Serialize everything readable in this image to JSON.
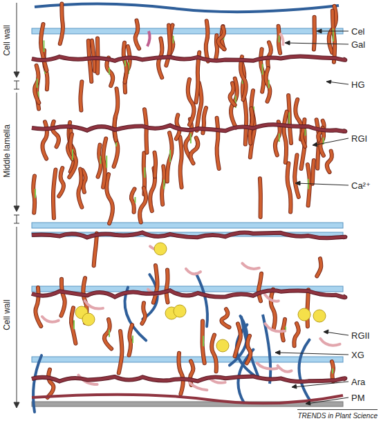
{
  "diagram": {
    "labels": [
      "Cell wall",
      "Middle lamella",
      "Cell wall",
      "Cel",
      "Gal",
      "HG",
      "RGI",
      "Ca²⁺",
      "RGII",
      "XG",
      "Ara",
      "PM",
      "TRENDS in Plant Science"
    ]
  }
}
